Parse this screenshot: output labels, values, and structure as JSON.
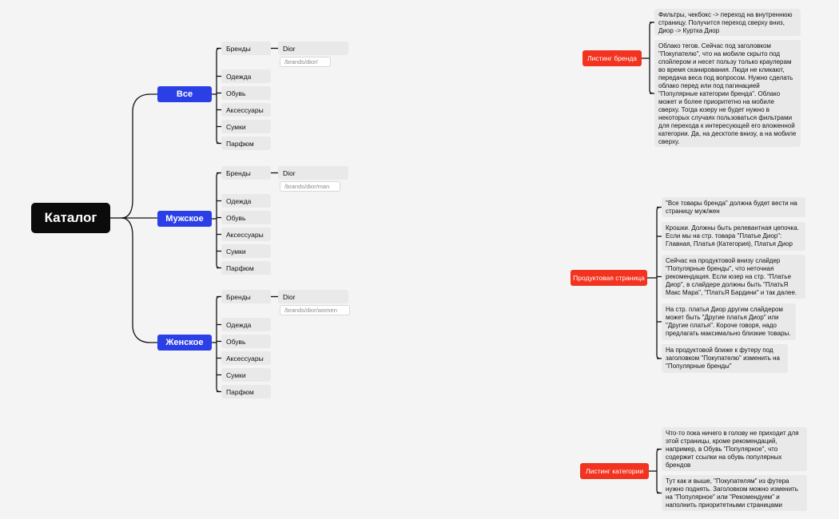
{
  "root": {
    "label": "Каталог"
  },
  "sections": [
    {
      "label": "Все",
      "brand_item": "Бренды",
      "brand_name": "Dior",
      "brand_path": "/brands/dior/",
      "items": [
        "Одежда",
        "Обувь",
        "Аксессуары",
        "Сумки",
        "Парфюм"
      ]
    },
    {
      "label": "Мужское",
      "brand_item": "Бренды",
      "brand_name": "Dior",
      "brand_path": "/brands/dior/man",
      "items": [
        "Одежда",
        "Обувь",
        "Аксессуары",
        "Сумки",
        "Парфюм"
      ]
    },
    {
      "label": "Женское",
      "brand_item": "Бренды",
      "brand_name": "Dior",
      "brand_path": "/brands/dior/women",
      "items": [
        "Одежда",
        "Обувь",
        "Аксессуары",
        "Сумки",
        "Парфюм"
      ]
    }
  ],
  "notes": [
    {
      "label": "Листинг бренда",
      "items": [
        "Фильтры, чекбокс -> переход на внутреннюю страницу. Получится переход сверху вниз, Диор -> Куртка Диор",
        "Облако тегов. Сейчас под заголовком \"Покупателю\", что на мобиле скрыто под спойлером и несет пользу только краулерам во время сканирования. Люди не кликают, передача веса под вопросом. Нужно сделать облако перед или под пагинацией \"Популярные категории бренда\". Облако может и более приоритетно на мобиле сверху. Тогда юзеру не будет нужно в некоторых случаях пользоваться фильтрами для перехода к интересующей его вложенной категории. Да, на десктопе внизу, а на мобиле сверху."
      ]
    },
    {
      "label": "Продуктовая страница",
      "items": [
        "\"Все товары бренда\" должна будет вести на страницу муж/жен",
        "Крошки. Должны быть релевантная цепочка. Если мы на стр. товара \"Платье Диор\": Главная, Платья (Категория), Платья Диор",
        "Сейчас на продуктовой внизу слайдер \"Популярные бренды\", что неточная рекомендация. Если юзер на стр. \"Платье Диор\", в слайдере должны быть \"ПлатьЯ Макс Мара\", \"ПлатьЯ Бардини\" и так далее.",
        "На стр. платья Диор другим слайдером может быть \"Другие платья Диор\" или \"Другие платья\". Короче говоря, надо предлагать максимально близкие товары.",
        "На продуктовой ближе к футеру под заголовком \"Покупателю\" изменить на \"Популярные бренды\""
      ]
    },
    {
      "label": "Листинг категории",
      "items": [
        "Что-то пока ничего в голову не приходит для этой страницы, кроме рекомендаций, например, в Обувь \"Популярное\", что содержит ссылки на обувь популярных брендов",
        "Тут как и выше, \"Покупателям\" из футера нужно поднять. Заголовком можно изменить на \"Популярное\" или \"Рекомендуем\" и наполнить приоритетными страницами"
      ]
    }
  ],
  "colors": {
    "background": "#f4f4f4",
    "root": "#0b0b0b",
    "section": "#2b3fe6",
    "note_label": "#f2331f",
    "leaf": "#e9e9e9",
    "line": "#111111"
  }
}
